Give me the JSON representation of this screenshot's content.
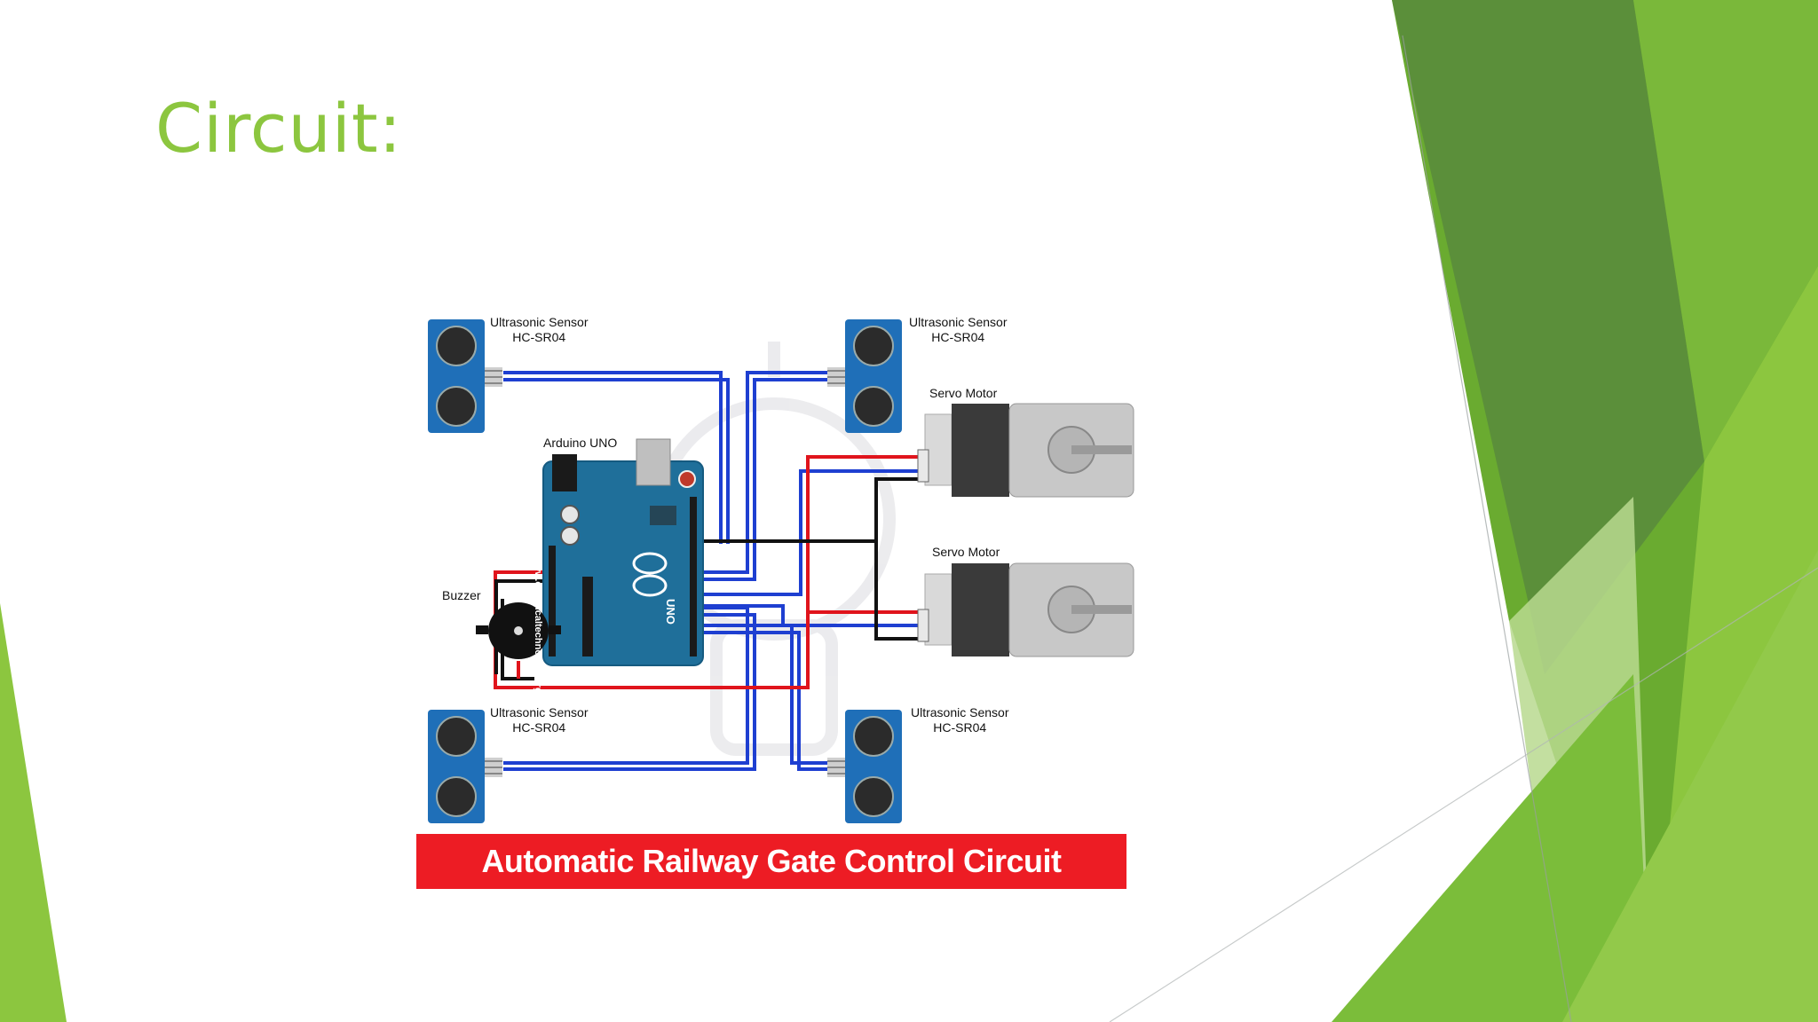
{
  "slide": {
    "title": "Circuit:",
    "colors": {
      "title": "#8cc63f",
      "green_dark": "#4f8a2b",
      "green_mid": "#6aab30",
      "green_light": "#8cc63f",
      "caption_bar": "#ed1c24",
      "wire_blue": "#1e3fd1",
      "wire_red": "#e0141c",
      "board_teal": "#1f6f9a",
      "sensor_blue": "#1f6fb8"
    }
  },
  "diagram": {
    "caption": "Automatic Railway Gate Control Circuit",
    "board": {
      "name": "Arduino UNO",
      "website": "www.electricaltechnology.org",
      "logo_text": "UNO"
    },
    "sensors": [
      {
        "name": "Ultrasonic Sensor",
        "model": "HC-SR04"
      },
      {
        "name": "Ultrasonic Sensor",
        "model": "HC-SR04"
      },
      {
        "name": "Ultrasonic Sensor",
        "model": "HC-SR04"
      },
      {
        "name": "Ultrasonic Sensor",
        "model": "HC-SR04"
      }
    ],
    "motors": [
      {
        "name": "Servo Motor"
      },
      {
        "name": "Servo Motor"
      }
    ],
    "buzzer": {
      "name": "Buzzer"
    }
  }
}
